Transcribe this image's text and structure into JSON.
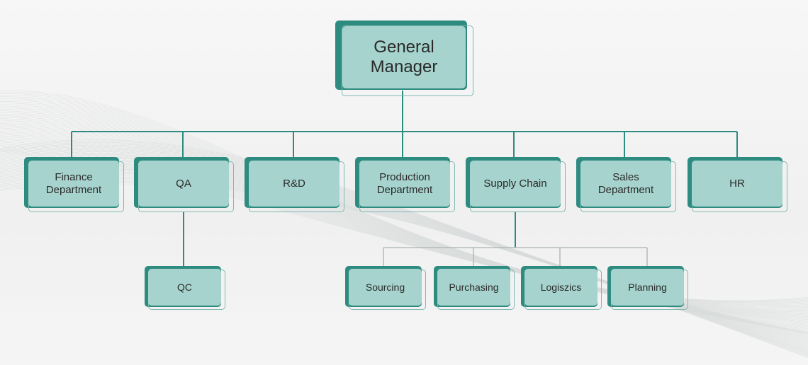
{
  "colors": {
    "node_fill": "#a6d3cd",
    "node_shadow": "#2e8b80",
    "node_outline": "#7fb9b1",
    "connector_main": "#2e8b80",
    "connector_sub": "#a9b2b0"
  },
  "root": {
    "label_line1": "General",
    "label_line2": "Manager"
  },
  "departments": [
    {
      "line1": "Finance",
      "line2": "Department"
    },
    {
      "line1": "QA",
      "line2": ""
    },
    {
      "line1": "R&D",
      "line2": ""
    },
    {
      "line1": "Production",
      "line2": "Department"
    },
    {
      "line1": "Supply Chain",
      "line2": ""
    },
    {
      "line1": "Sales",
      "line2": "Department"
    },
    {
      "line1": "HR",
      "line2": ""
    }
  ],
  "qa_children": [
    {
      "line1": "QC"
    }
  ],
  "supply_chain_children": [
    {
      "line1": "Sourcing"
    },
    {
      "line1": "Purchasing"
    },
    {
      "line1": "Logiszics"
    },
    {
      "line1": "Planning"
    }
  ]
}
